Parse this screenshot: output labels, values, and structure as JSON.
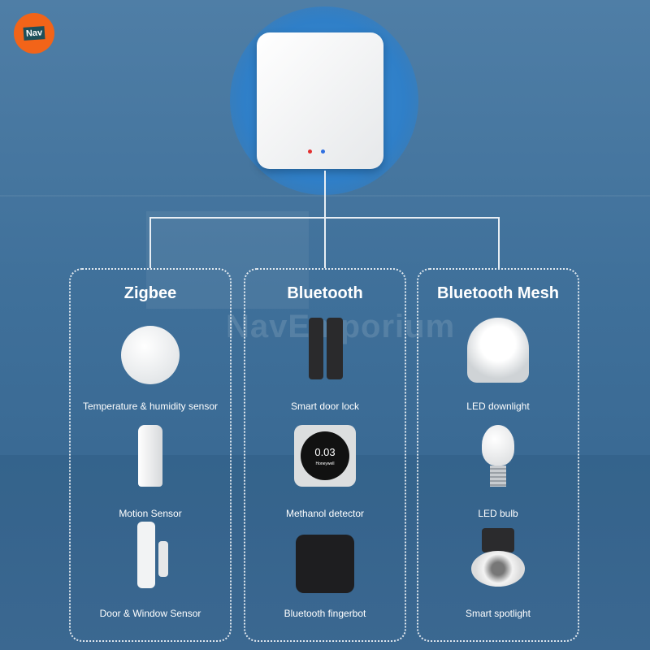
{
  "logo": {
    "text": "Nav"
  },
  "watermark": {
    "text": "NavEmporium"
  },
  "colors": {
    "background": "#3f709a",
    "logo": "#f26419",
    "hub_glow": "#2f7fc8",
    "led_red": "#e23030",
    "led_blue": "#2f6fe0"
  },
  "panels": [
    {
      "title": "Zigbee",
      "items": [
        {
          "label": "Temperature & humidity sensor",
          "icon": "water-sensor-icon"
        },
        {
          "label": "Motion Sensor",
          "icon": "motion-sensor-icon"
        },
        {
          "label": "Door & Window Sensor",
          "icon": "door-sensor-icon"
        }
      ]
    },
    {
      "title": "Bluetooth",
      "items": [
        {
          "label": "Smart door lock",
          "icon": "door-lock-icon"
        },
        {
          "label": "Methanol detector",
          "icon": "methanol-detector-icon",
          "display": "0.03",
          "brand": "Honeywell"
        },
        {
          "label": "Bluetooth fingerbot",
          "icon": "fingerbot-icon"
        }
      ]
    },
    {
      "title": "Bluetooth Mesh",
      "items": [
        {
          "label": "LED downlight",
          "icon": "downlight-icon"
        },
        {
          "label": "LED bulb",
          "icon": "bulb-icon"
        },
        {
          "label": "Smart spotlight",
          "icon": "spotlight-icon"
        }
      ]
    }
  ]
}
